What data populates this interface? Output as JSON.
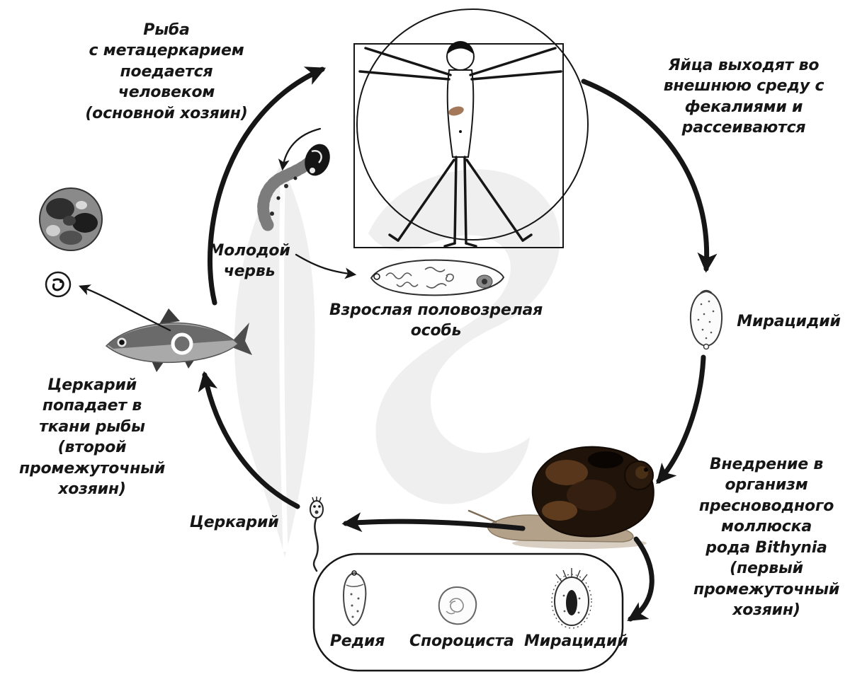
{
  "labels": {
    "fish_eaten_by_human": "Рыба\nс метацеркарием\nпоедается\nчеловеком\n(основной хозяин)",
    "eggs_exit": "Яйца выходят во\nвнешнюю среду с\nфекалиями и\nрассеиваются",
    "miracidium_right": "Мирацидий",
    "snail_penetration": "Внедрение в\nорганизм\nпресноводного\nмоллюска\nрода Bithynia\n(первый\nпромежуточный\nхозяин)",
    "young_worm": "Молодой\nчервь",
    "adult_worm": "Взрослая половозрелая\nособь",
    "cercaria": "Церкарий",
    "cercaria_to_fish": "Церкарий\nпопадает в\nткани рыбы\n(второй\nпромежуточный\nхозяин)",
    "redia": "Редия",
    "sporocyst": "Спороциста",
    "miracidium_bottom": "Мирацидий"
  },
  "colors": {
    "ink": "#161616",
    "watermark": "#dcdcdc",
    "snail_shell": "#20130a",
    "liver_patch": "#a4795a"
  }
}
